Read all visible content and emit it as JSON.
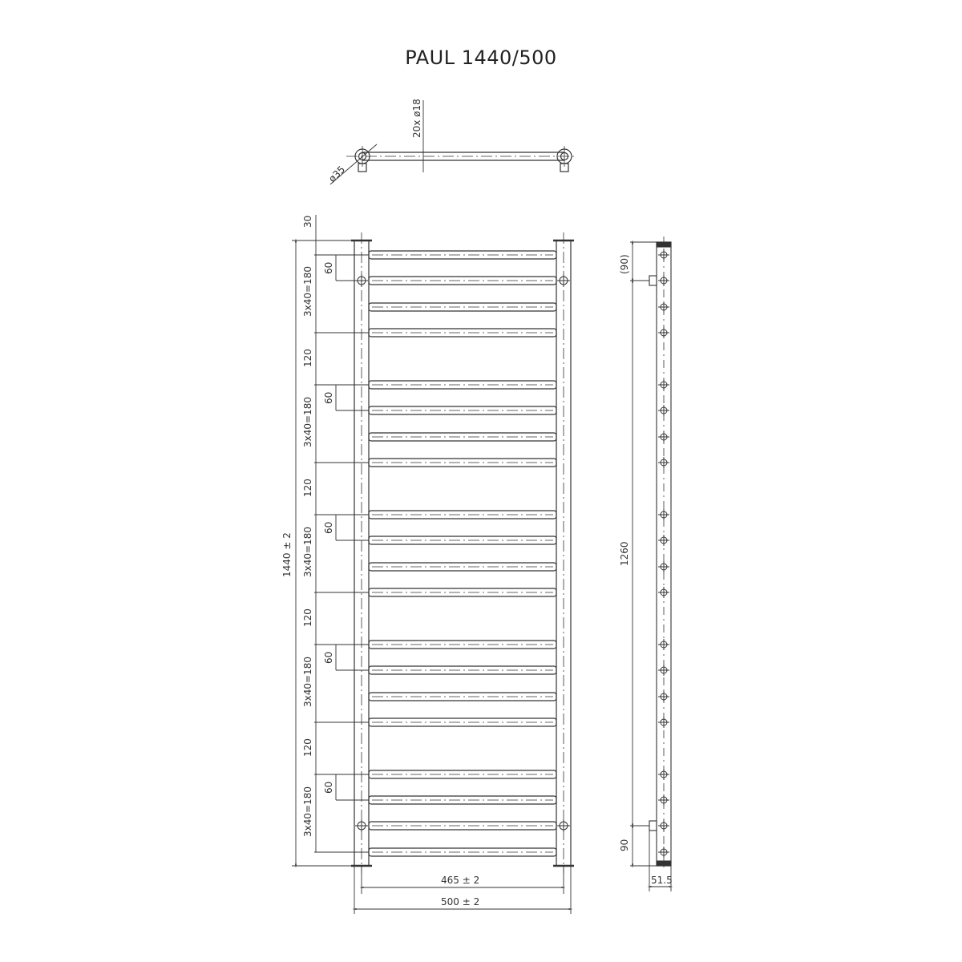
{
  "title": "PAUL 1440/500",
  "top_view": {
    "tube_label": "20x ø18",
    "collector_label": "ø35"
  },
  "front_view": {
    "height_label": "1440 ± 2",
    "top_offset_label": "30",
    "group_label": "3x40=180",
    "pitch_label": "60",
    "gap_label": "120",
    "inner_width_label": "465 ± 2",
    "outer_width_label": "500 ± 2",
    "bar_count": 20
  },
  "side_view": {
    "top_connection_label": "(90)",
    "connection_spacing_label": "1260",
    "bottom_connection_label": "90",
    "depth_label": "51.5"
  },
  "colors": {
    "line": "#333333",
    "background": "#ffffff"
  }
}
